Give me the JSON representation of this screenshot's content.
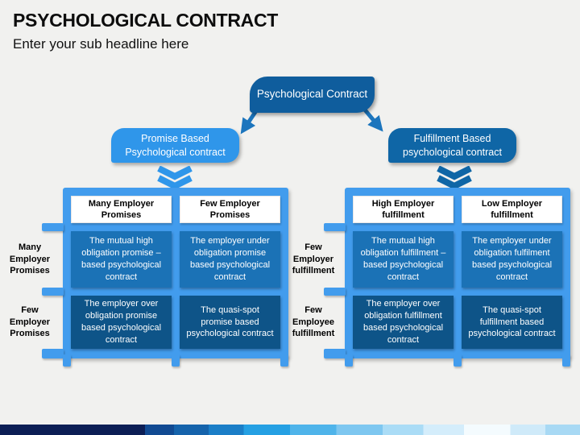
{
  "slide": {
    "title": "PSYCHOLOGICAL CONTRACT",
    "subtitle": "Enter your sub headline here"
  },
  "diagram": {
    "root": {
      "label": "Psychological Contract"
    },
    "branches": [
      {
        "label": "Promise Based Psychological contract"
      },
      {
        "label": "Fulfillment Based psychological contract"
      }
    ],
    "tables": [
      {
        "col_headers": [
          "Many Employer Promises",
          "Few Employer Promises"
        ],
        "row_headers": [
          "Many Employer Promises",
          "Few Employer Promises"
        ],
        "cells": [
          [
            "The mutual high obligation promise – based psychological contract",
            "The employer under obligation promise based psychological contract"
          ],
          [
            "The employer over obligation promise based psychological contract",
            "The quasi-spot promise based psychological contract"
          ]
        ]
      },
      {
        "col_headers": [
          "High Employer fulfillment",
          "Low Employer fulfillment"
        ],
        "row_headers": [
          "Few Employer fulfillment",
          "Few Employee fulfillment"
        ],
        "cells": [
          [
            "The mutual high obligation fulfillment – based psychological contract",
            "The employer under obligation fulfilment based psychological contract"
          ],
          [
            "The employer over obligation fulfillment based psychological contract",
            "The quasi-spot fulfillment based psychological contract"
          ]
        ]
      }
    ]
  },
  "colors": {
    "bg": "#f1f1ef",
    "title_color": "#0d0d0d",
    "frame": "#429ced",
    "accent_light": "#2f96ea",
    "accent_dark": "#0f66a6",
    "root_fill": "#0f5d9d",
    "arrow": "#1c75bd",
    "cell_row1": "#1b72b6",
    "cell_row2": "#0e5488",
    "header_cell": "#ffffff",
    "footer_navy": "#0c1e55"
  }
}
